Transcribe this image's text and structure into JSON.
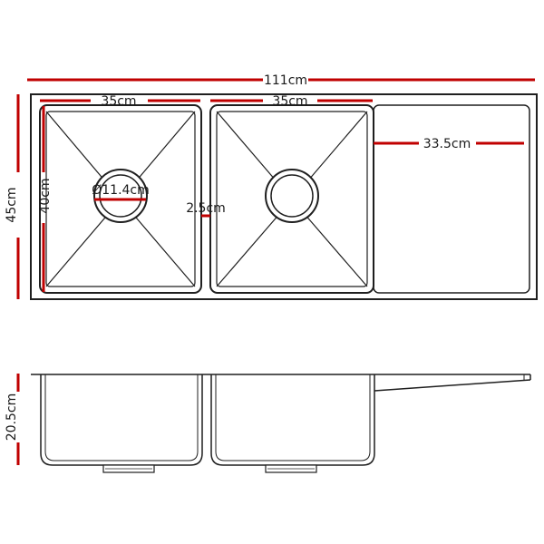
{
  "colors": {
    "dimension": "#c00000",
    "outline": "#1f1f1f",
    "background": "#ffffff"
  },
  "top_view": {
    "labels": {
      "total_width": "111cm",
      "left_bowl_width": "35cm",
      "right_bowl_width": "35cm",
      "drainer_width": "33.5cm",
      "total_depth": "45cm",
      "bowl_depth": "40cm",
      "waste_diameter": "Ø11.4cm",
      "bowl_gap": "2.5cm"
    }
  },
  "side_view": {
    "labels": {
      "bowl_height": "20.5cm"
    }
  }
}
